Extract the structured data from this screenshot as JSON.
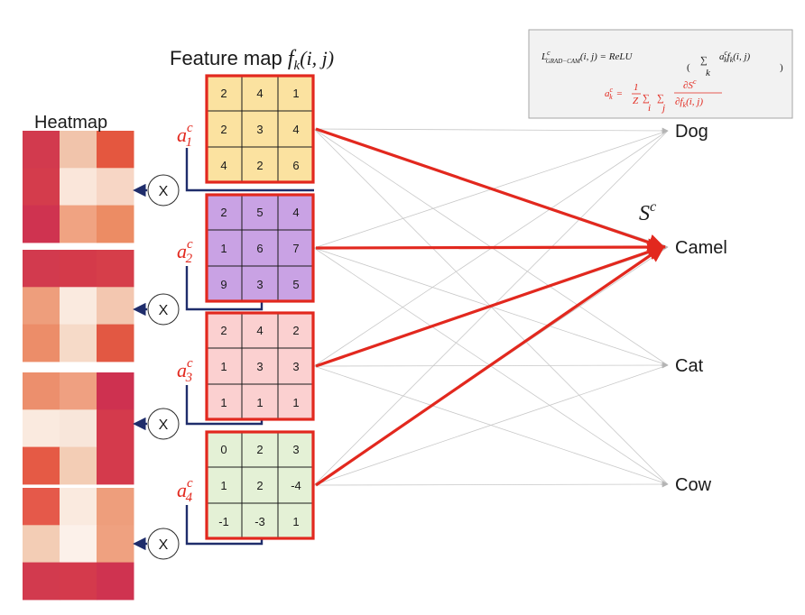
{
  "title": {
    "text": "Feature map ",
    "math": "f",
    "math_sub": "k",
    "math_args": "(i, j)"
  },
  "heatmap_label": "Heatmap",
  "score_label": {
    "base": "S",
    "sup": "c"
  },
  "multiply_symbol": "X",
  "formula": {
    "line1_lhs": "L",
    "line1_lhs_sup": "c",
    "line1_lhs_sub": "GRAD−CAM",
    "line1_lhs_args": "(i, j) = ReLU",
    "line1_sum_index": "k",
    "line1_term": "a",
    "line1_term_sup": "c",
    "line1_term_sub": "k",
    "line1_term_f": "f",
    "line1_term_fsub": "k",
    "line1_term_args": "(i, j)",
    "line2_lhs": "a",
    "line2_lhs_sup": "c",
    "line2_lhs_sub": "k",
    "line2_eq": "=",
    "line2_frac_num": "1",
    "line2_frac_den": "Z",
    "line2_sum_i": "i",
    "line2_sum_j": "j",
    "line2_grad_num": "∂S",
    "line2_grad_num_sup": "c",
    "line2_grad_den": "∂f",
    "line2_grad_den_sub": "k",
    "line2_grad_den_args": "(i, j)"
  },
  "classes": [
    "Dog",
    "Camel",
    "Cat",
    "Cow"
  ],
  "weights": [
    {
      "base": "a",
      "sup": "c",
      "sub": "1"
    },
    {
      "base": "a",
      "sup": "c",
      "sub": "2"
    },
    {
      "base": "a",
      "sup": "c",
      "sub": "3"
    },
    {
      "base": "a",
      "sup": "c",
      "sub": "4"
    }
  ],
  "feature_maps": [
    {
      "fill": "#fbe2a0",
      "values": [
        [
          "2",
          "4",
          "1"
        ],
        [
          "2",
          "3",
          "4"
        ],
        [
          "4",
          "2",
          "6"
        ]
      ]
    },
    {
      "fill": "#c9a2e4",
      "values": [
        [
          "2",
          "5",
          "4"
        ],
        [
          "1",
          "6",
          "7"
        ],
        [
          "9",
          "3",
          "5"
        ]
      ]
    },
    {
      "fill": "#fbd0d0",
      "values": [
        [
          "2",
          "4",
          "2"
        ],
        [
          "1",
          "3",
          "3"
        ],
        [
          "1",
          "1",
          "1"
        ]
      ]
    },
    {
      "fill": "#e4f1d6",
      "values": [
        [
          "0",
          "2",
          "3"
        ],
        [
          "1",
          "2",
          "-4"
        ],
        [
          "-1",
          "-3",
          "1"
        ]
      ]
    }
  ],
  "heatmaps": [
    [
      [
        "#d23a4e",
        "#f1c4ab",
        "#e4573f"
      ],
      [
        "#d43c4c",
        "#fae6da",
        "#f7d6c5"
      ],
      [
        "#cf3350",
        "#f0a382",
        "#ec8c64"
      ]
    ],
    [
      [
        "#d23a4e",
        "#d43a4a",
        "#d63e4a"
      ],
      [
        "#ee9e7c",
        "#faeadf",
        "#f3c7b0"
      ],
      [
        "#ec8d69",
        "#f6dac8",
        "#e25843"
      ]
    ],
    [
      [
        "#ec8f6d",
        "#efa081",
        "#ce3150"
      ],
      [
        "#faeadf",
        "#f8e6da",
        "#d43a4c"
      ],
      [
        "#e55a45",
        "#f3cdb5",
        "#d43a4c"
      ]
    ],
    [
      [
        "#e5594a",
        "#faeadf",
        "#ee9e7c"
      ],
      [
        "#f3cdb5",
        "#fcf1ea",
        "#efa180"
      ],
      [
        "#d23a4e",
        "#d43a4c",
        "#cf3350"
      ]
    ]
  ],
  "colors": {
    "accent_red": "#e2281e",
    "navy": "#1f2d6b",
    "connection_gray": "#c8c8c8",
    "arrow_gray": "#b4b4b4",
    "formula_box_fill": "#f2f2f2",
    "formula_box_stroke": "#a6a6a6"
  },
  "connections": {
    "highlight_class_index": 1
  }
}
